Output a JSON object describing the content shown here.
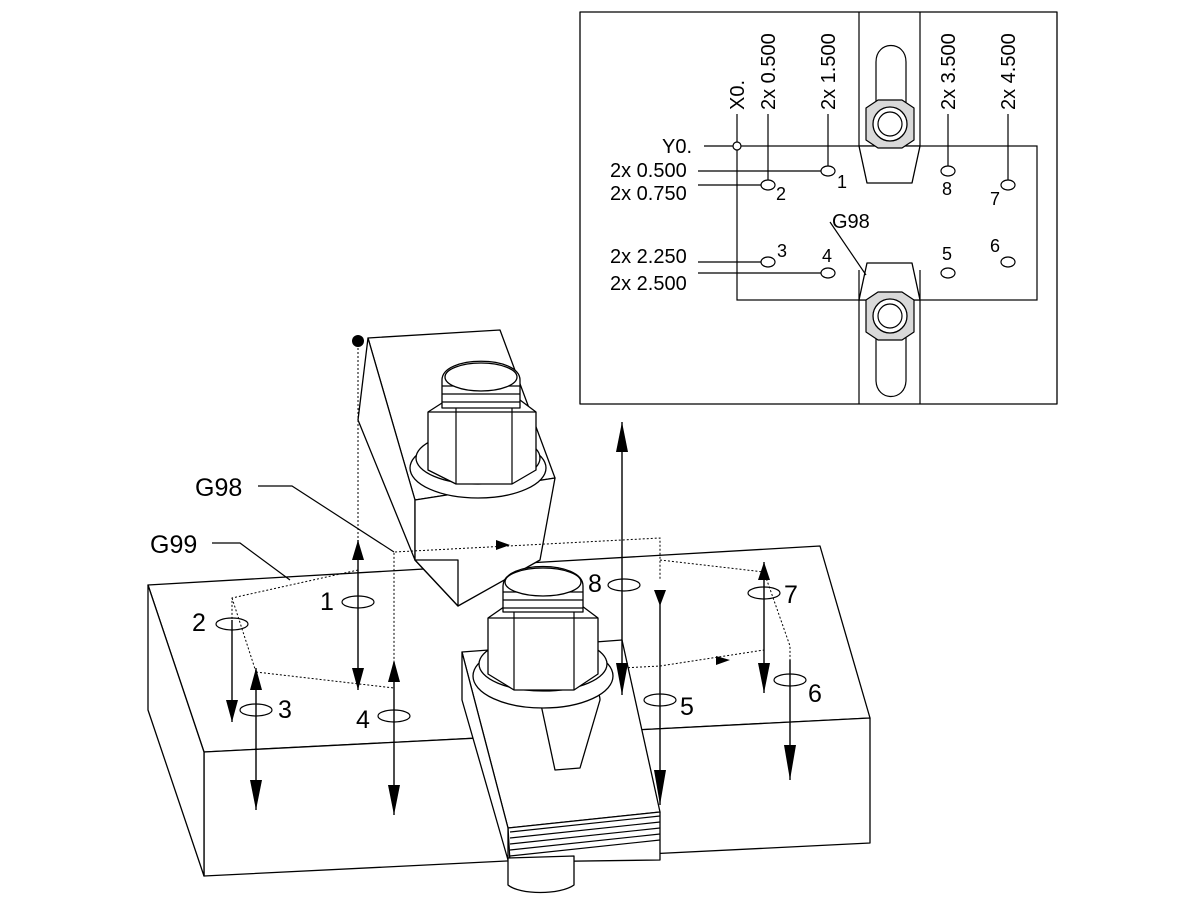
{
  "iso_view": {
    "plane_labels": {
      "g98": "G98",
      "g99": "G99"
    },
    "hole_numbers": [
      "1",
      "2",
      "3",
      "4",
      "5",
      "6",
      "7",
      "8"
    ]
  },
  "inset_view": {
    "x_origin_label": "X0.",
    "y_origin_label": "Y0.",
    "plane_label": "G98",
    "x_dims": [
      "2x 0.500",
      "2x 1.500",
      "2x 3.500",
      "2x 4.500"
    ],
    "y_dims": [
      "2x 0.500",
      "2x 0.750",
      "2x 2.250",
      "2x 2.500"
    ],
    "hole_numbers": [
      "1",
      "2",
      "3",
      "4",
      "5",
      "6",
      "7",
      "8"
    ]
  }
}
